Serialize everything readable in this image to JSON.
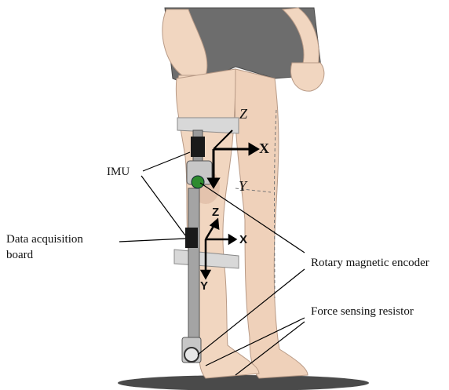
{
  "labels": {
    "imu": "IMU",
    "data_acquisition": [
      "Data acquisition",
      "board"
    ],
    "rotary_encoder": "Rotary magnetic encoder",
    "force_sensor": "Force sensing resistor"
  },
  "axes": {
    "thigh": {
      "z": "Z",
      "x": "X",
      "y": "Y"
    },
    "shank": {
      "z": "Z",
      "x": "X",
      "y": "Y"
    }
  },
  "colors": {
    "skin": "#f1d6c0",
    "skin_shade": "#d9b59c",
    "shorts": "#6d6d6d",
    "strap": "#d8d8d8",
    "metal": "#9a9a9a",
    "sensor": "#1a1a1a",
    "encoder_core": "#2e8b2e"
  }
}
